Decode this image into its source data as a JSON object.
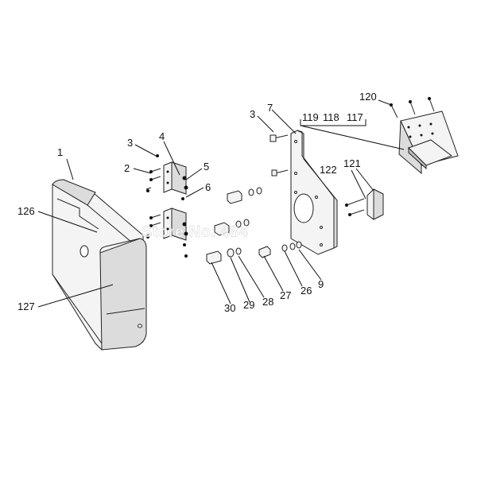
{
  "labels": {
    "l1": "1",
    "l2": "2",
    "l3a": "3",
    "l3b": "3",
    "l4": "4",
    "l5": "5",
    "l6": "6",
    "l7": "7",
    "l9": "9",
    "l26": "26",
    "l27": "27",
    "l28": "28",
    "l29": "29",
    "l30": "30",
    "l117": "117",
    "l118": "118",
    "l119": "119",
    "l120": "120",
    "l121": "121",
    "l122": "122",
    "l126": "126",
    "l127": "127"
  },
  "watermark": "Store No. 484"
}
